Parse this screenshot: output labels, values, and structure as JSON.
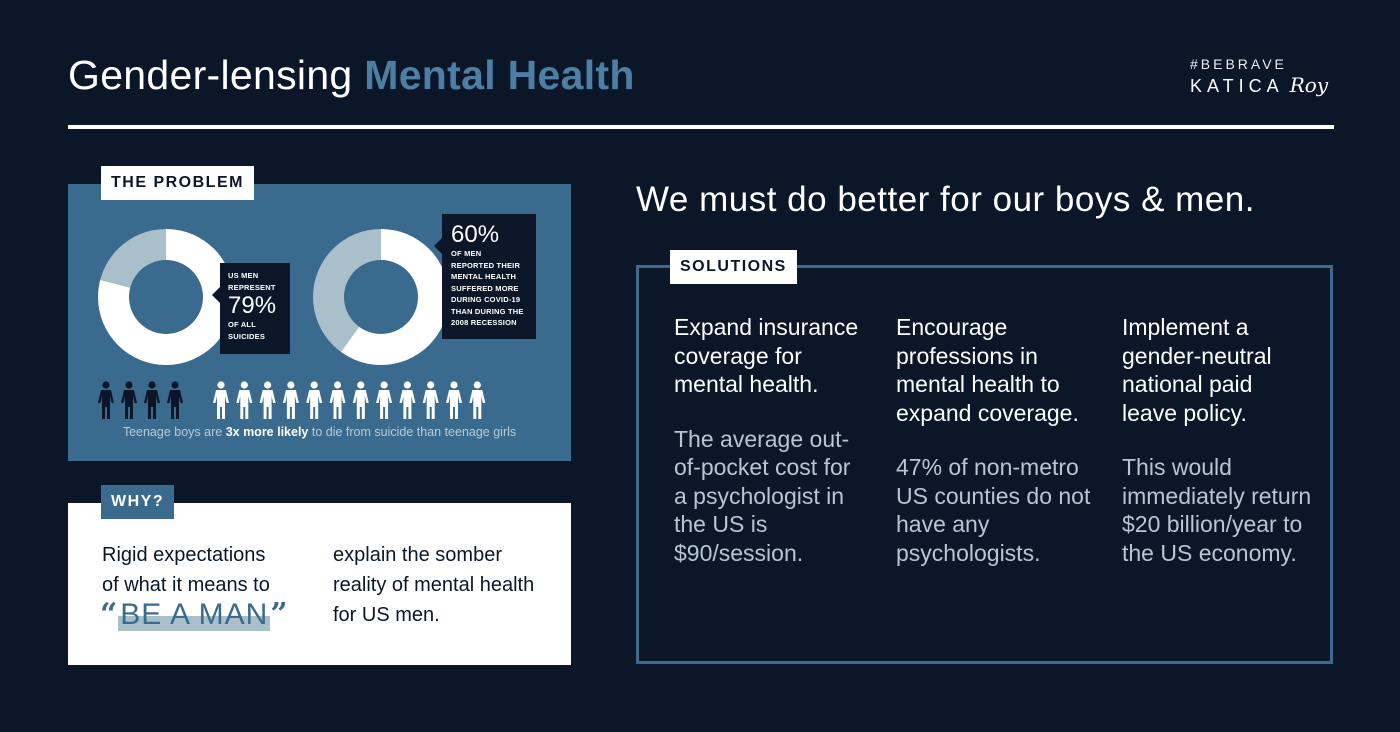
{
  "header": {
    "title_plain": "Gender-lensing",
    "title_accent": "Mental Health",
    "brand_tag": "#BEBRAVE",
    "brand_name": "KATICA",
    "brand_script": "Roy"
  },
  "problem": {
    "label": "THE PROBLEM",
    "stat1": {
      "line1": "US MEN",
      "line2": "REPRESENT",
      "value": "79%",
      "line3": "OF ALL",
      "line4": "SUICIDES",
      "fraction": 0.79
    },
    "stat2": {
      "value": "60%",
      "lines": [
        "OF MEN",
        "REPORTED THEIR",
        "MENTAL HEALTH",
        "SUFFERED MORE",
        "DURING COVID-19",
        "THAN DURING THE",
        "2008 RECESSION"
      ],
      "fraction": 0.6
    },
    "people": {
      "girls_count": 4,
      "boys_count": 12
    },
    "caption_pre": "Teenage boys are ",
    "caption_bold": "3x more likely",
    "caption_post": " to die from suicide than teenage girls"
  },
  "why": {
    "label": "WHY?",
    "left_text_1": "Rigid expectations",
    "left_text_2": "of what it means to",
    "open_quote": "“",
    "emphasis": "BE A MAN",
    "close_quote": "”",
    "right_text": "explain the somber reality of mental health for US men."
  },
  "headline": "We must do better for our boys & men.",
  "solutions": {
    "label": "SOLUTIONS",
    "items": [
      {
        "head": "Expand insurance coverage for mental health.",
        "detail": "The average out-of-pocket cost for a psychologist in the US is $90/session."
      },
      {
        "head": "Encourage professions in mental health to expand coverage.",
        "detail": "47% of non-metro US counties do not have any psychologists."
      },
      {
        "head": "Implement a gender-neutral national paid leave policy.",
        "detail": "This would immediately return $20 billion/year to the US economy."
      }
    ]
  },
  "colors": {
    "background": "#0c1629",
    "accent": "#3a6a8d",
    "light_accent": "#a9c0ca",
    "white": "#ffffff"
  }
}
